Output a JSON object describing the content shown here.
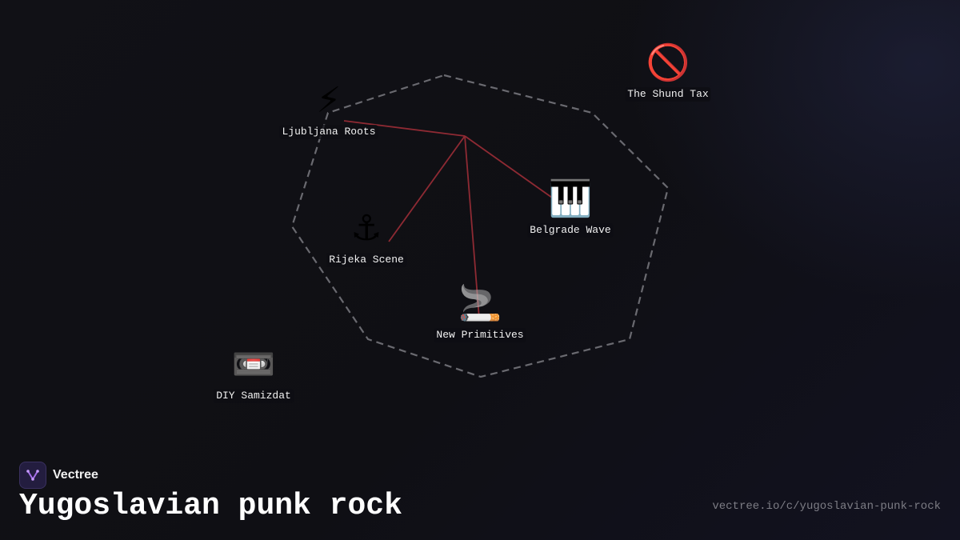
{
  "title": "Yugoslavian punk rock",
  "brand": {
    "name": "Vectree",
    "logo_icon": "vectree-logo-icon",
    "logo_color": "#a46ee8"
  },
  "url": "vectree.io/c/yugoslavian-punk-rock",
  "colors": {
    "edge": "#8e2a33",
    "hull": "#6a6a70",
    "background": "#0e0e13"
  },
  "nodes": [
    {
      "id": "ljubljana",
      "label": "Ljubljana Roots",
      "icon": "⚡",
      "icon_name": "lightning-icon"
    },
    {
      "id": "shund",
      "label": "The Shund Tax",
      "icon": "🚫",
      "icon_name": "prohibited-icon"
    },
    {
      "id": "belgrade",
      "label": "Belgrade Wave",
      "icon": "🎹",
      "icon_name": "piano-keyboard-icon"
    },
    {
      "id": "rijeka",
      "label": "Rijeka Scene",
      "icon": "⚓",
      "icon_name": "anchor-icon"
    },
    {
      "id": "primitives",
      "label": "New Primitives",
      "icon": "🚬",
      "icon_name": "cigarette-icon"
    },
    {
      "id": "samizdat",
      "label": "DIY Samizdat",
      "icon": "📼",
      "icon_name": "videocassette-icon"
    }
  ],
  "edges": [
    {
      "from": "hub",
      "to": "ljubljana"
    },
    {
      "from": "hub",
      "to": "belgrade"
    },
    {
      "from": "hub",
      "to": "rijeka"
    },
    {
      "from": "hub",
      "to": "primitives"
    }
  ]
}
